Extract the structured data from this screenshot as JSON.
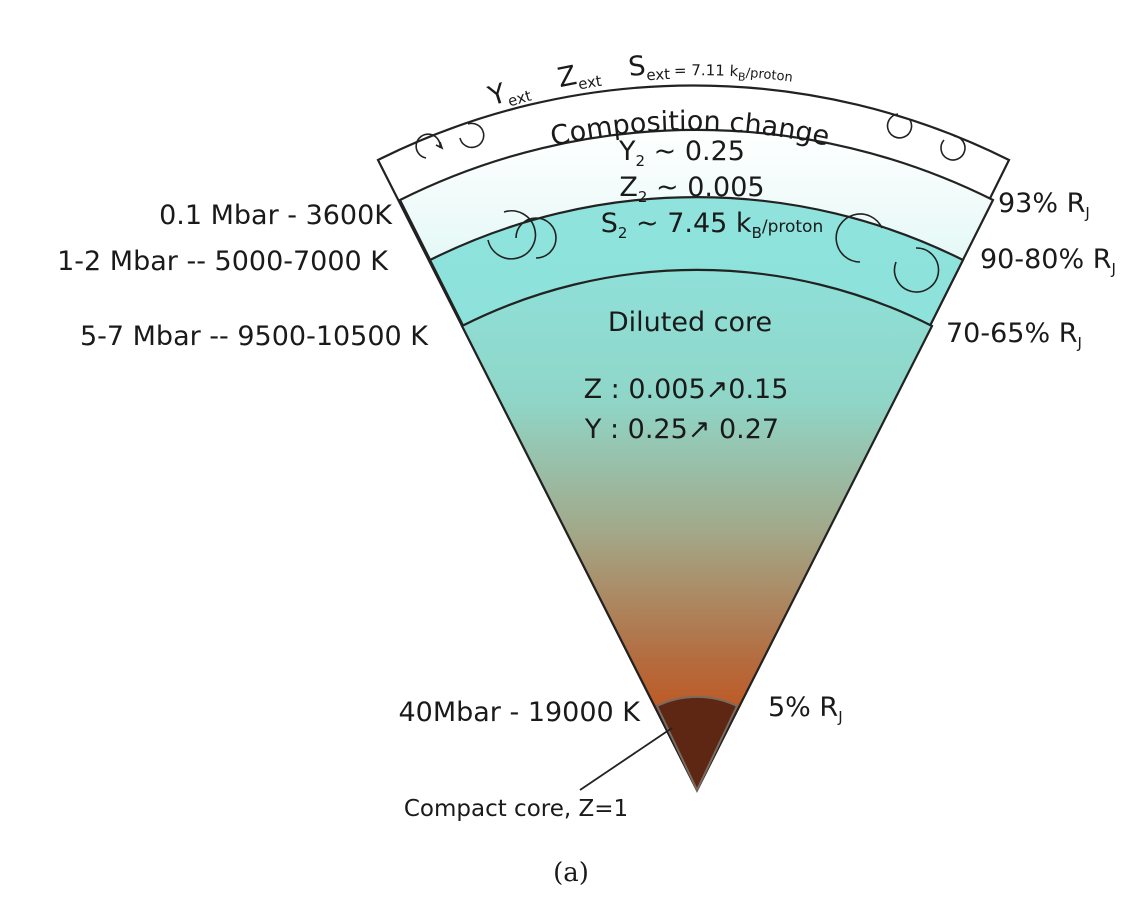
{
  "outer_layer": {
    "y_label": "Y",
    "y_sub": "ext",
    "z_label": "Z",
    "z_sub": "ext",
    "s_label": "S",
    "s_sub": "ext",
    "s_value": "= 7.11 k",
    "s_value_sub": "B",
    "s_unit": "/proton"
  },
  "composition_change": "Composition change",
  "middle_layer": {
    "y2_label": "Y",
    "y2_sub": "2",
    "y2_value": " ~ 0.25",
    "z2_label": "Z",
    "z2_sub": "2",
    "z2_value": " ~ 0.005",
    "s2_label": "S",
    "s2_sub": "2",
    "s2_value": " ~ 7.45 k",
    "s2_value_sub": "B",
    "s2_unit": "/proton"
  },
  "diluted_core": {
    "title": "Diluted core",
    "z_line": "Z : 0.005↗0.15",
    "y_line": "Y : 0.25↗ 0.27"
  },
  "left_labels": [
    "0.1 Mbar - 3600K",
    "1-2 Mbar -- 5000-7000 K",
    "5-7 Mbar -- 9500-10500 K",
    "40Mbar - 19000 K"
  ],
  "right_labels": [
    {
      "text": "93% R",
      "sub": "J"
    },
    {
      "text": "90-80% R",
      "sub": "J"
    },
    {
      "text": "70-65% R",
      "sub": "J"
    },
    {
      "text": "5% R",
      "sub": "J"
    }
  ],
  "compact_core": "Compact core, Z=1",
  "caption": "(a)",
  "colors": {
    "cyan_light": "#cdf3ef",
    "cyan": "#8fe3dc",
    "rust": "#b4521f",
    "core": "#5c2613"
  }
}
